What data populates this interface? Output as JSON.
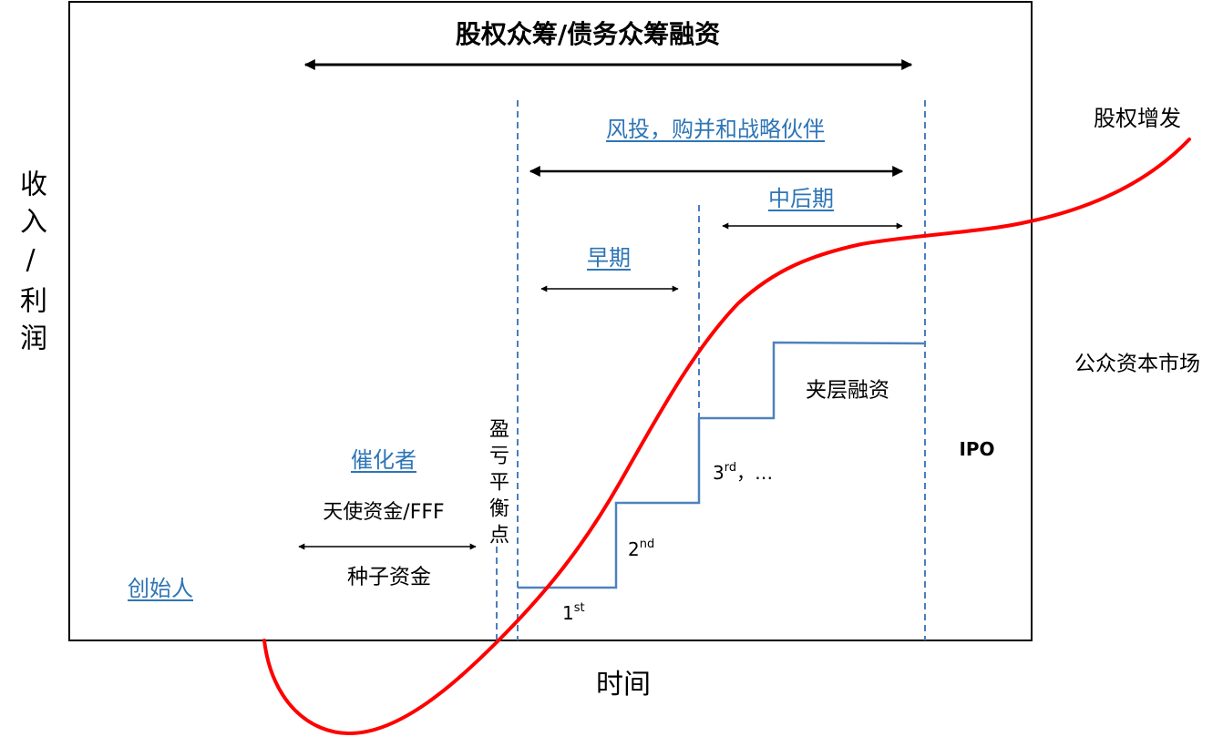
{
  "title": "股权众筹/债务众筹融资",
  "y_axis_label": "收入/利润",
  "x_axis_label": "时间",
  "labels": {
    "vc": "风投，购并和战略伙伴",
    "mid_late": "中后期",
    "early": "早期",
    "catalyst": "催化者",
    "angel": "天使资金/FFF",
    "seed": "种子资金",
    "founder": "创始人",
    "breakeven": "盈亏平衡点",
    "mezzanine": "夹层融资",
    "ipo": "IPO",
    "follow_on": "股权增发",
    "public_market": "公众资本市场"
  },
  "rounds": [
    {
      "num": "1",
      "sup": "st"
    },
    {
      "num": "2",
      "sup": "nd"
    },
    {
      "num": "3",
      "sup": "rd",
      "suffix": "，…"
    }
  ],
  "colors": {
    "link_blue": "#2e75b6",
    "guide_blue": "#4a7ebb",
    "step_blue": "#4f81bd",
    "curve_red": "#ff0000"
  }
}
